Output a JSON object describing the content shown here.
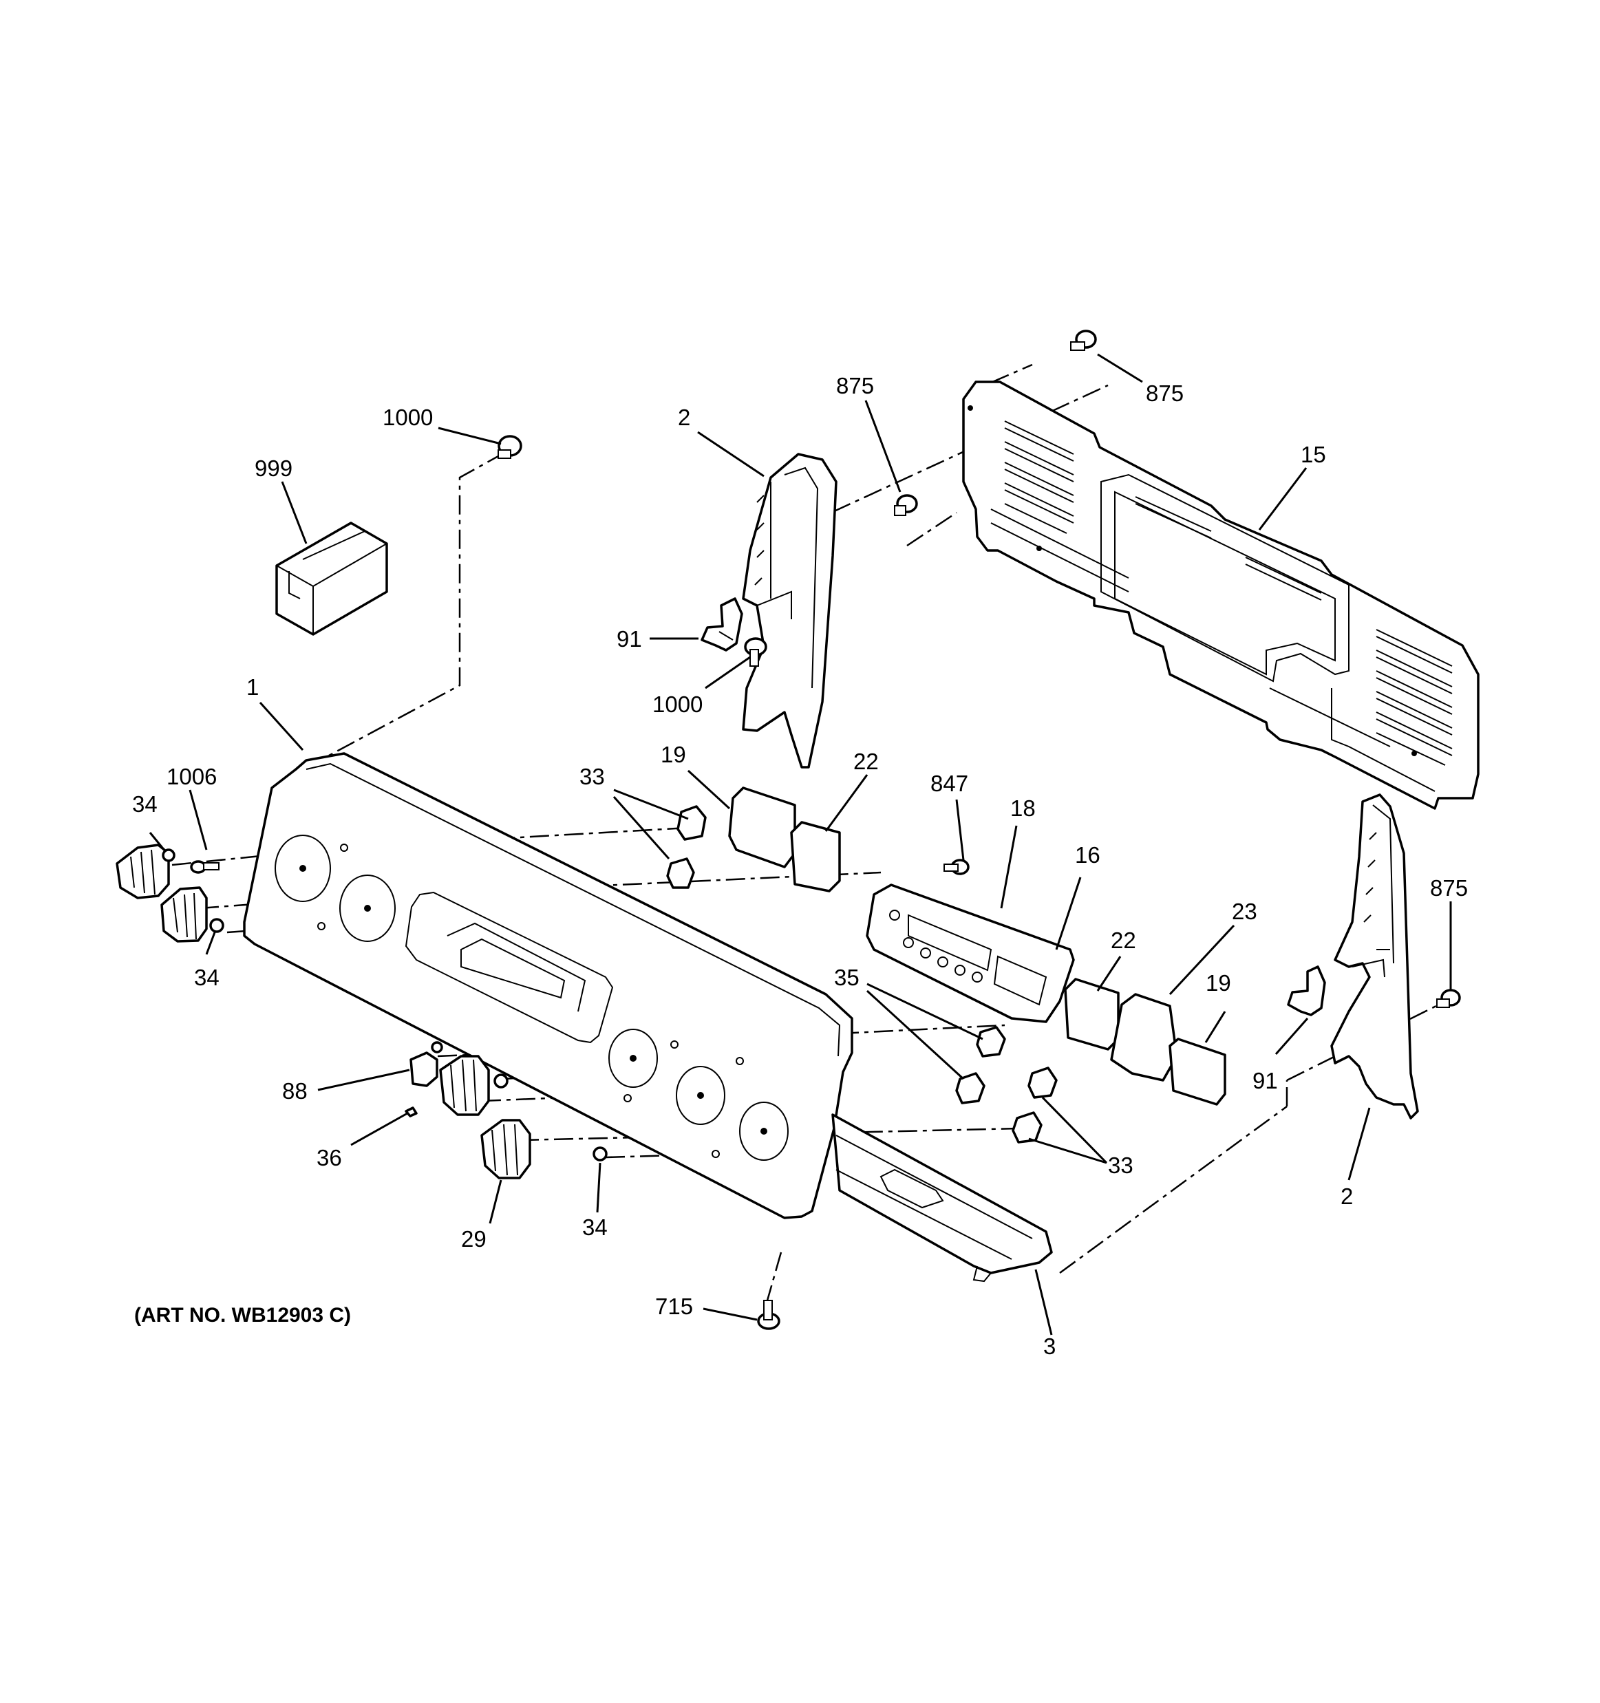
{
  "callouts": {
    "c1000_top": "1000",
    "c999": "999",
    "c2_left": "2",
    "c875_top_left": "875",
    "c875_top_right": "875",
    "c15": "15",
    "c91_left": "91",
    "c1000_mid": "1000",
    "c1": "1",
    "c1006": "1006",
    "c34_left_top": "34",
    "c34_left_bottom": "34",
    "c33_top": "33",
    "c19_top": "19",
    "c22_top": "22",
    "c847": "847",
    "c18": "18",
    "c16": "16",
    "c22_right": "22",
    "c23": "23",
    "c19_right": "19",
    "c875_right": "875",
    "c35": "35",
    "c91_right": "91",
    "c88": "88",
    "c36": "36",
    "c29": "29",
    "c34_bottom": "34",
    "c33_bottom": "33",
    "c2_right": "2",
    "c715": "715",
    "c3": "3"
  },
  "caption": "(ART NO. WB12903 C)",
  "colors": {
    "line": "#000000",
    "background": "#ffffff"
  }
}
